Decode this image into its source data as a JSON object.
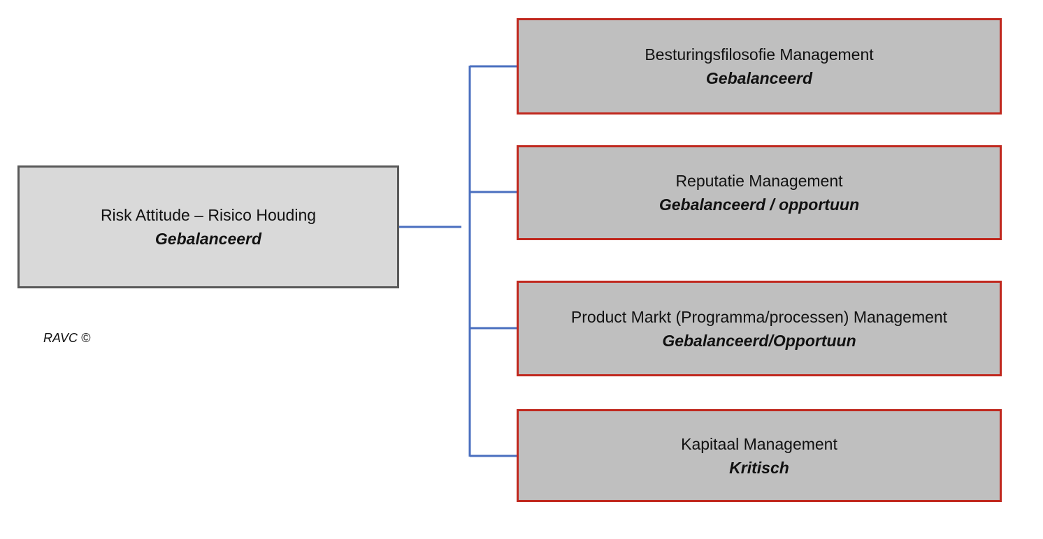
{
  "diagram": {
    "root": {
      "title": "Risk Attitude – Risico Houding",
      "value": "Gebalanceerd"
    },
    "children": [
      {
        "title": "Besturingsfilosofie Management",
        "value": "Gebalanceerd"
      },
      {
        "title": "Reputatie Management",
        "value": "Gebalanceerd / opportuun"
      },
      {
        "title": "Product Markt (Programma/processen) Management",
        "value": "Gebalanceerd/Opportuun"
      },
      {
        "title": "Kapitaal Management",
        "value": "Kritisch"
      }
    ],
    "copyright": "RAVC ©"
  },
  "colors": {
    "connector": "#4a6fbf",
    "child_border": "#c0281e",
    "child_fill": "#bfbfbf",
    "root_border": "#595959",
    "root_fill": "#d9d9d9"
  }
}
